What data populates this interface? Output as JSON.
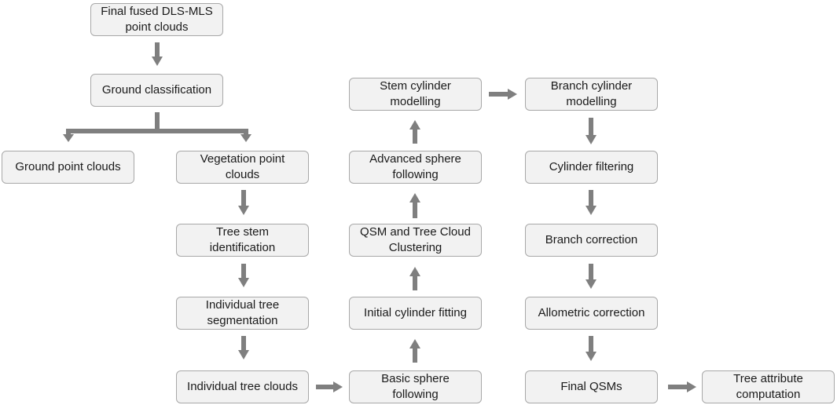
{
  "diagram": {
    "nodes": {
      "fused": "Final fused DLS-MLS\npoint clouds",
      "ground_class": "Ground classification",
      "ground_pc": "Ground point clouds",
      "veg_pc": "Vegetation point\nclouds",
      "stem_id": "Tree stem\nidentification",
      "ind_seg": "Individual tree\nsegmentation",
      "ind_clouds": "Individual tree clouds",
      "basic_sphere": "Basic sphere\nfollowing",
      "init_cyl": "Initial cylinder fitting",
      "qsm_cluster": "QSM and Tree Cloud\nClustering",
      "adv_sphere": "Advanced sphere\nfollowing",
      "stem_cyl": "Stem cylinder\nmodelling",
      "branch_cyl": "Branch cylinder\nmodelling",
      "cyl_filter": "Cylinder filtering",
      "branch_corr": "Branch correction",
      "allo_corr": "Allometric correction",
      "final_qsm": "Final QSMs",
      "tree_attr": "Tree attribute\ncomputation"
    },
    "colors": {
      "node_fill": "#f2f2f2",
      "node_border": "#a8a8a8",
      "arrow": "#7f7f7f",
      "text": "#1a1a1a"
    }
  }
}
